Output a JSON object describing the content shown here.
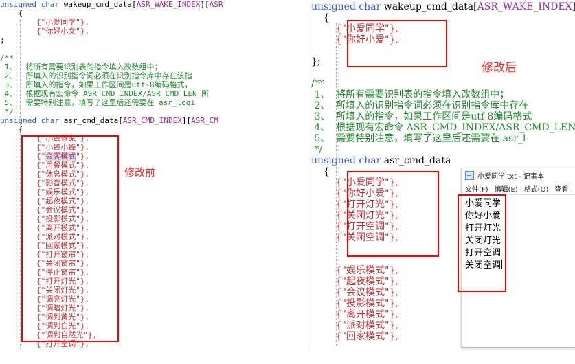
{
  "left_panel": {
    "code": [
      [
        [
          "kw",
          "unsigned char "
        ],
        [
          "id",
          "wakeup_cmd_data["
        ],
        [
          "macro",
          "ASR_WAKE_INDEX"
        ],
        [
          "id",
          "]["
        ],
        [
          "macro",
          "ASR"
        ]
      ],
      [
        [
          "id",
          "    {"
        ]
      ],
      [
        [
          "str",
          "        {\"小爱同学\"},"
        ]
      ],
      [
        [
          "str",
          "        {\"你好小文\"},"
        ]
      ],
      [
        [
          "id",
          ";"
        ]
      ],
      [
        [
          "id",
          ""
        ]
      ],
      [
        [
          "cmt",
          "/**"
        ]
      ],
      [
        [
          "cmt",
          " 1、  将所有需要识别表的指令填入改数组中；"
        ]
      ],
      [
        [
          "cmt",
          " 2、  所填入的识别指令词必须在识别指令库中存在该指"
        ]
      ],
      [
        [
          "cmt",
          " 3、  所填入的指令，如果工作区间是utf-8编码格式，"
        ]
      ],
      [
        [
          "cmt",
          " 4、  根据现有宏命令 ASR_CMD_INDEX/ASR_CMD_LEN 所"
        ]
      ],
      [
        [
          "cmt",
          " 5、  需要特别注意，填写了这里后还需要在 asr_logi"
        ]
      ],
      [
        [
          "cmt",
          " */"
        ]
      ],
      [
        [
          "kw",
          "unsigned char "
        ],
        [
          "id",
          "asr_cmd_data["
        ],
        [
          "macro",
          "ASR_CMD_INDEX"
        ],
        [
          "id",
          "]["
        ],
        [
          "macro",
          "ASR_CM"
        ]
      ],
      [
        [
          "id",
          "    {"
        ]
      ],
      [
        [
          "str",
          "        {\"小蜂管家\"},"
        ]
      ],
      [
        [
          "str",
          "        {\"小蜂小蜂\"},"
        ]
      ],
      [
        [
          "str",
          "        {\"会客模式\"},"
        ]
      ],
      [
        [
          "str",
          "        {\"用餐模式\"},"
        ]
      ],
      [
        [
          "str",
          "        {\"休息模式\"},"
        ]
      ],
      [
        [
          "str",
          "        {\"影音模式\"},"
        ]
      ],
      [
        [
          "str",
          "        {\"娱乐模式\"},"
        ]
      ],
      [
        [
          "str",
          "        {\"起夜模式\"},"
        ]
      ],
      [
        [
          "str",
          "        {\"会议模式\"},"
        ]
      ],
      [
        [
          "str",
          "        {\"投影模式\"},"
        ]
      ],
      [
        [
          "str",
          "        {\"离开模式\"},"
        ]
      ],
      [
        [
          "str",
          "        {\"派对模式\"},"
        ]
      ],
      [
        [
          "str",
          "        {\"回家模式\"},"
        ]
      ],
      [
        [
          "str",
          "        {\"打开窗帘\"},"
        ]
      ],
      [
        [
          "str",
          "        {\"关闭窗帘\"},"
        ]
      ],
      [
        [
          "str",
          "        {\"停止窗帘\"},"
        ]
      ],
      [
        [
          "str",
          "        {\"打开灯光\"},"
        ]
      ],
      [
        [
          "str",
          "        {\"关闭灯光\"},"
        ]
      ],
      [
        [
          "str",
          "        {\"调亮灯光\"},"
        ]
      ],
      [
        [
          "str",
          "        {\"调暗灯光\"},"
        ]
      ],
      [
        [
          "str",
          "        {\"调到黄光\"},"
        ]
      ],
      [
        [
          "str",
          "        {\"调到白光\"},"
        ]
      ],
      [
        [
          "str",
          "        {\"调到自然光\"},"
        ]
      ],
      [
        [
          "str",
          "        {\"打开空调\"},"
        ]
      ]
    ],
    "annotation": "修改前"
  },
  "right_panel": {
    "code": [
      [
        [
          "kw",
          "unsigned char "
        ],
        [
          "id",
          "wakeup_cmd_data["
        ],
        [
          "macro",
          "ASR_WAKE_INDEX"
        ],
        [
          "id",
          "]"
        ]
      ],
      [
        [
          "id",
          "    {"
        ]
      ],
      [
        [
          "str",
          "        {\"小爱同学\"},"
        ]
      ],
      [
        [
          "str",
          "        {\"你好小爱\"},"
        ]
      ],
      [
        [
          "id",
          ""
        ]
      ],
      [
        [
          "id",
          "};"
        ]
      ],
      [
        [
          "id",
          ""
        ]
      ],
      [
        [
          "cmt",
          "/**"
        ]
      ],
      [
        [
          "cmt",
          " 1、  将所有需要识别表的指令填入改数组中；"
        ]
      ],
      [
        [
          "cmt",
          " 2、  所填入的识别指令词必须在识别指令库中存在"
        ]
      ],
      [
        [
          "cmt",
          " 3、  所填入的指令，如果工作区间是utf-8编码格式"
        ]
      ],
      [
        [
          "cmt",
          " 4、  根据现有宏命令 ASR_CMD_INDEX/ASR_CMD_LEN"
        ]
      ],
      [
        [
          "cmt",
          " 5、  需要特别注意，填写了这里后还需要在 asr_l"
        ]
      ],
      [
        [
          "cmt",
          " */"
        ]
      ],
      [
        [
          "kw",
          "unsigned char "
        ],
        [
          "id",
          "asr_cmd_data"
        ]
      ],
      [
        [
          "id",
          "    {"
        ]
      ],
      [
        [
          "str",
          "        {\"小爱同学\"},"
        ]
      ],
      [
        [
          "str",
          "        {\"你好小爱\"},"
        ]
      ],
      [
        [
          "str",
          "        {\"打开灯光\"},"
        ]
      ],
      [
        [
          "str",
          "        {\"关闭灯光\"},"
        ]
      ],
      [
        [
          "str",
          "        {\"打开空调\"},"
        ]
      ],
      [
        [
          "str",
          "        {\"关闭空调\"},"
        ]
      ],
      [
        [
          "id",
          ""
        ]
      ],
      [
        [
          "id",
          ""
        ]
      ],
      [
        [
          "str",
          "        {\"娱乐模式\"},"
        ]
      ],
      [
        [
          "str",
          "        {\"起夜模式\"},"
        ]
      ],
      [
        [
          "str",
          "        {\"会议模式\"},"
        ]
      ],
      [
        [
          "str",
          "        {\"投影模式\"},"
        ]
      ],
      [
        [
          "str",
          "        {\"离开模式\"},"
        ]
      ],
      [
        [
          "str",
          "        {\"派对模式\"},"
        ]
      ],
      [
        [
          "str",
          "        {\"回家模式\"},"
        ]
      ]
    ],
    "annotation": "修改后"
  },
  "notepad": {
    "title": "小爱同学.txt - 记事本",
    "menu": [
      "文件(F)",
      "编辑(E)",
      "格式(O)",
      "查看"
    ],
    "lines": [
      "小爱同学",
      "你好小爱",
      "打开灯光",
      "关闭灯光",
      "打开空调",
      "关闭空调"
    ]
  },
  "colors": {
    "keyword": "#3a5ecc",
    "macro": "#9a2a9a",
    "comment": "#1f8a2a",
    "string": "#c03030",
    "annotation": "#ff2222",
    "box": "#ff0000"
  }
}
